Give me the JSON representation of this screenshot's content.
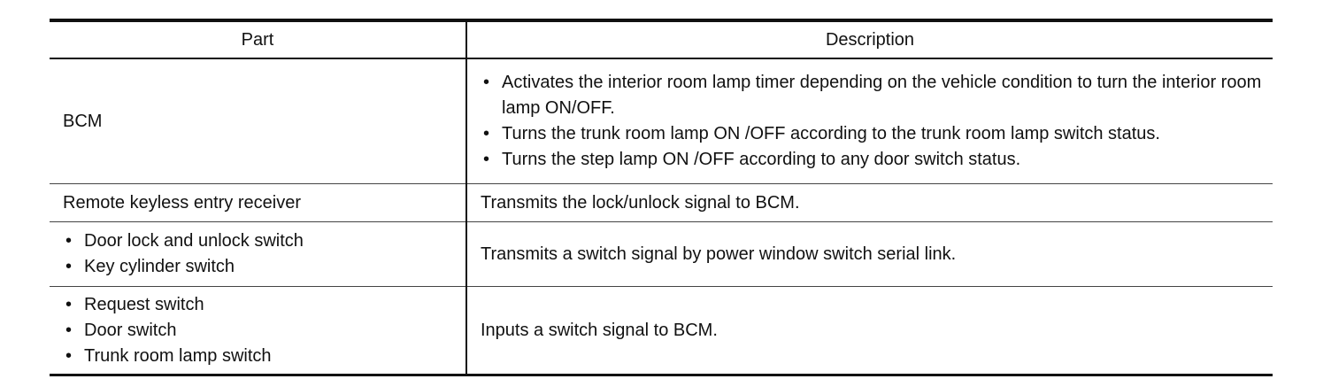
{
  "table": {
    "headers": {
      "part": "Part",
      "description": "Description"
    },
    "rows": [
      {
        "part": "BCM",
        "description_items": [
          "Activates the interior room lamp timer depending on the vehicle condition to turn the interior room lamp ON/OFF.",
          "Turns the trunk room lamp ON /OFF according to the trunk room lamp switch status.",
          "Turns the step lamp ON /OFF according to any door switch status."
        ]
      },
      {
        "part": "Remote keyless entry receiver",
        "description": "Transmits the lock/unlock signal to BCM."
      },
      {
        "part_items": [
          "Door lock and unlock switch",
          "Key cylinder switch"
        ],
        "description": "Transmits a switch signal by power window switch serial link."
      },
      {
        "part_items": [
          "Request switch",
          "Door switch",
          "Trunk room lamp switch"
        ],
        "description": "Inputs a switch signal to BCM."
      }
    ]
  }
}
